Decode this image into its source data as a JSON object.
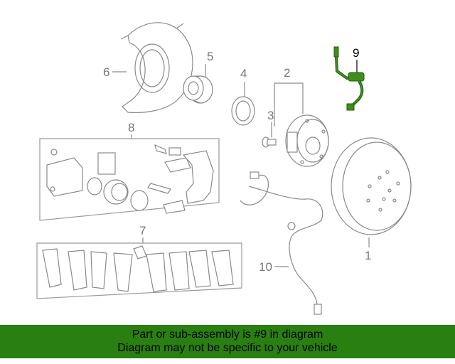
{
  "callouts": {
    "c1": "1",
    "c2": "2",
    "c3": "3",
    "c4": "4",
    "c5": "5",
    "c6": "6",
    "c7": "7",
    "c8": "8",
    "c9": "9",
    "c10": "10"
  },
  "highlight_color": "#2a7f11",
  "banner": {
    "line1": "Part or sub-assembly is #9 in diagram",
    "line2": "Diagram may not be specific to your vehicle"
  }
}
